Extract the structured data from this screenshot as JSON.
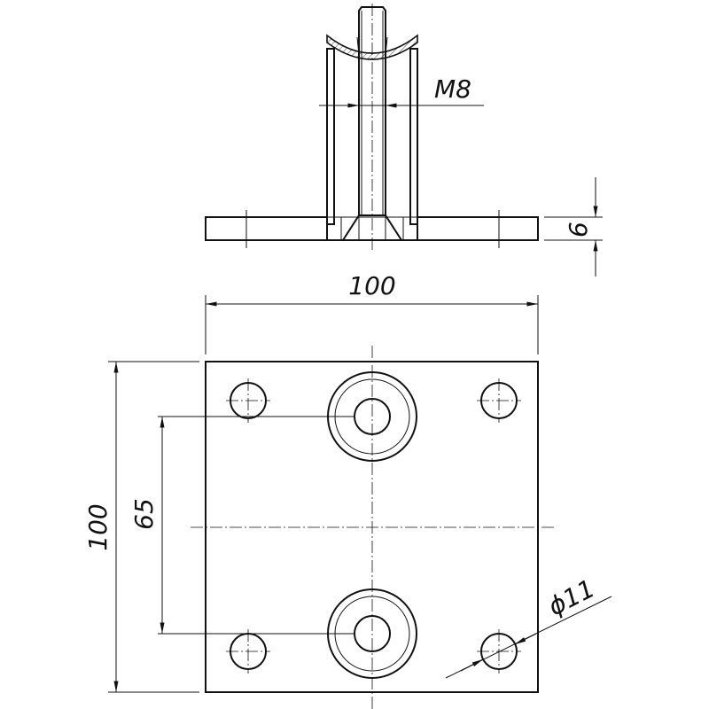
{
  "colors": {
    "ink": "#111111",
    "background": "#ffffff"
  },
  "section_view": {
    "thread_label": "M8",
    "plate_thickness_label": "6"
  },
  "plan_view": {
    "width_label": "100",
    "height_label": "100",
    "hole_spacing_label": "65",
    "hole_diameter_label": "ϕ11"
  }
}
